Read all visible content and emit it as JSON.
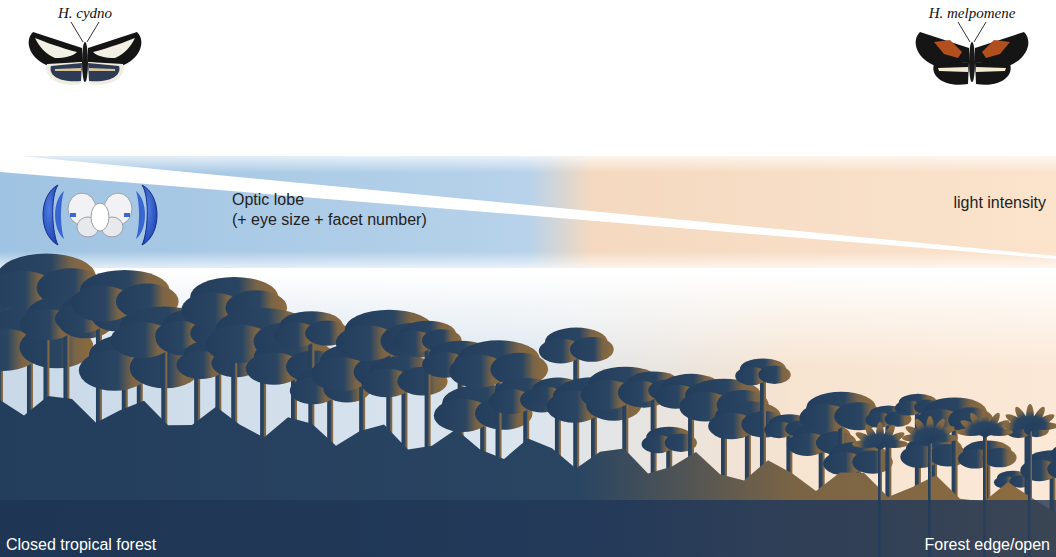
{
  "diagram": {
    "labels": [
      "H. cydno",
      "H. melpomene",
      "Optic lobe",
      "(+ eye size + facet number)",
      "light intensity",
      "Closed tropical forest",
      "Forest edge/open"
    ]
  }
}
